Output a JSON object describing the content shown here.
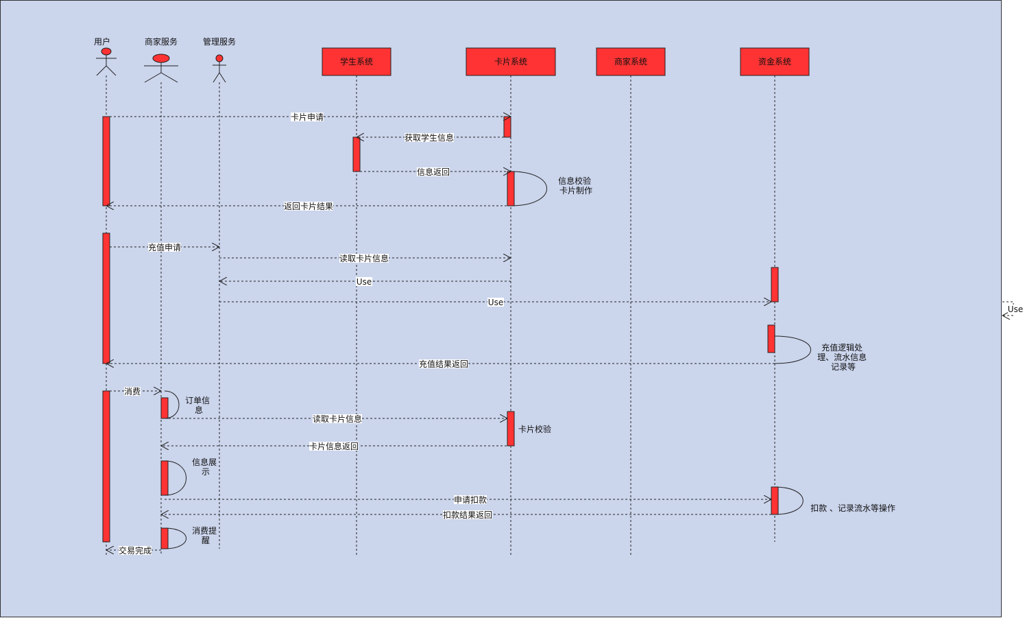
{
  "colors": {
    "canvas": "#cbd5ec",
    "box_fill": "#ff3333",
    "activation_fill": "#ff3333",
    "line": "#222222"
  },
  "actors": [
    {
      "id": "user",
      "label": "用户",
      "icon": "stick-figure-icon"
    },
    {
      "id": "merchant_svc",
      "label": "商家服务",
      "icon": "stick-figure-icon"
    },
    {
      "id": "admin_svc",
      "label": "管理服务",
      "icon": "stick-figure-icon"
    }
  ],
  "systems": [
    {
      "id": "student_sys",
      "label": "学生系统"
    },
    {
      "id": "card_sys",
      "label": "卡片系统"
    },
    {
      "id": "merchant_sys",
      "label": "商家系统"
    },
    {
      "id": "fund_sys",
      "label": "资金系统"
    }
  ],
  "messages": [
    {
      "from": "user",
      "to": "card_sys",
      "label": "卡片申请"
    },
    {
      "from": "card_sys",
      "to": "student_sys",
      "label": "获取学生信息"
    },
    {
      "from": "student_sys",
      "to": "card_sys",
      "label": "信息返回"
    },
    {
      "from": "card_sys",
      "to": "user",
      "label": "返回卡片结果"
    },
    {
      "from": "user",
      "to": "admin_svc",
      "label": "充值申请"
    },
    {
      "from": "admin_svc",
      "to": "card_sys",
      "label": "读取卡片信息"
    },
    {
      "from": "card_sys",
      "to": "admin_svc",
      "label": "Use"
    },
    {
      "from": "admin_svc",
      "to": "fund_sys",
      "label": "Use"
    },
    {
      "from": "fund_sys",
      "to": "user",
      "label": "充值结果返回"
    },
    {
      "from": "user",
      "to": "merchant_svc",
      "label": "消费"
    },
    {
      "from": "merchant_svc",
      "to": "card_sys",
      "label": "读取卡片信息"
    },
    {
      "from": "card_sys",
      "to": "merchant_svc",
      "label": "卡片信息返回"
    },
    {
      "from": "merchant_svc",
      "to": "fund_sys",
      "label": "申请扣款"
    },
    {
      "from": "fund_sys",
      "to": "merchant_svc",
      "label": "扣款结果返回"
    },
    {
      "from": "merchant_svc",
      "to": "user",
      "label": "交易完成"
    }
  ],
  "self_notes": [
    {
      "on": "card_sys",
      "lines": [
        "信息校验",
        "卡片制作"
      ]
    },
    {
      "on": "fund_sys",
      "lines": [
        "充值逻辑处",
        "理、流水信息",
        "记录等"
      ]
    },
    {
      "on": "merchant_svc",
      "lines": [
        "订单信",
        "息"
      ]
    },
    {
      "on": "card_sys",
      "lines": [
        "卡片校验"
      ]
    },
    {
      "on": "merchant_svc",
      "lines": [
        "信息展",
        "示"
      ]
    },
    {
      "on": "fund_sys",
      "lines": [
        "扣款 、记录流水等操作"
      ]
    },
    {
      "on": "merchant_svc",
      "lines": [
        "消费提",
        "醒"
      ]
    }
  ],
  "stray_label": "Use"
}
